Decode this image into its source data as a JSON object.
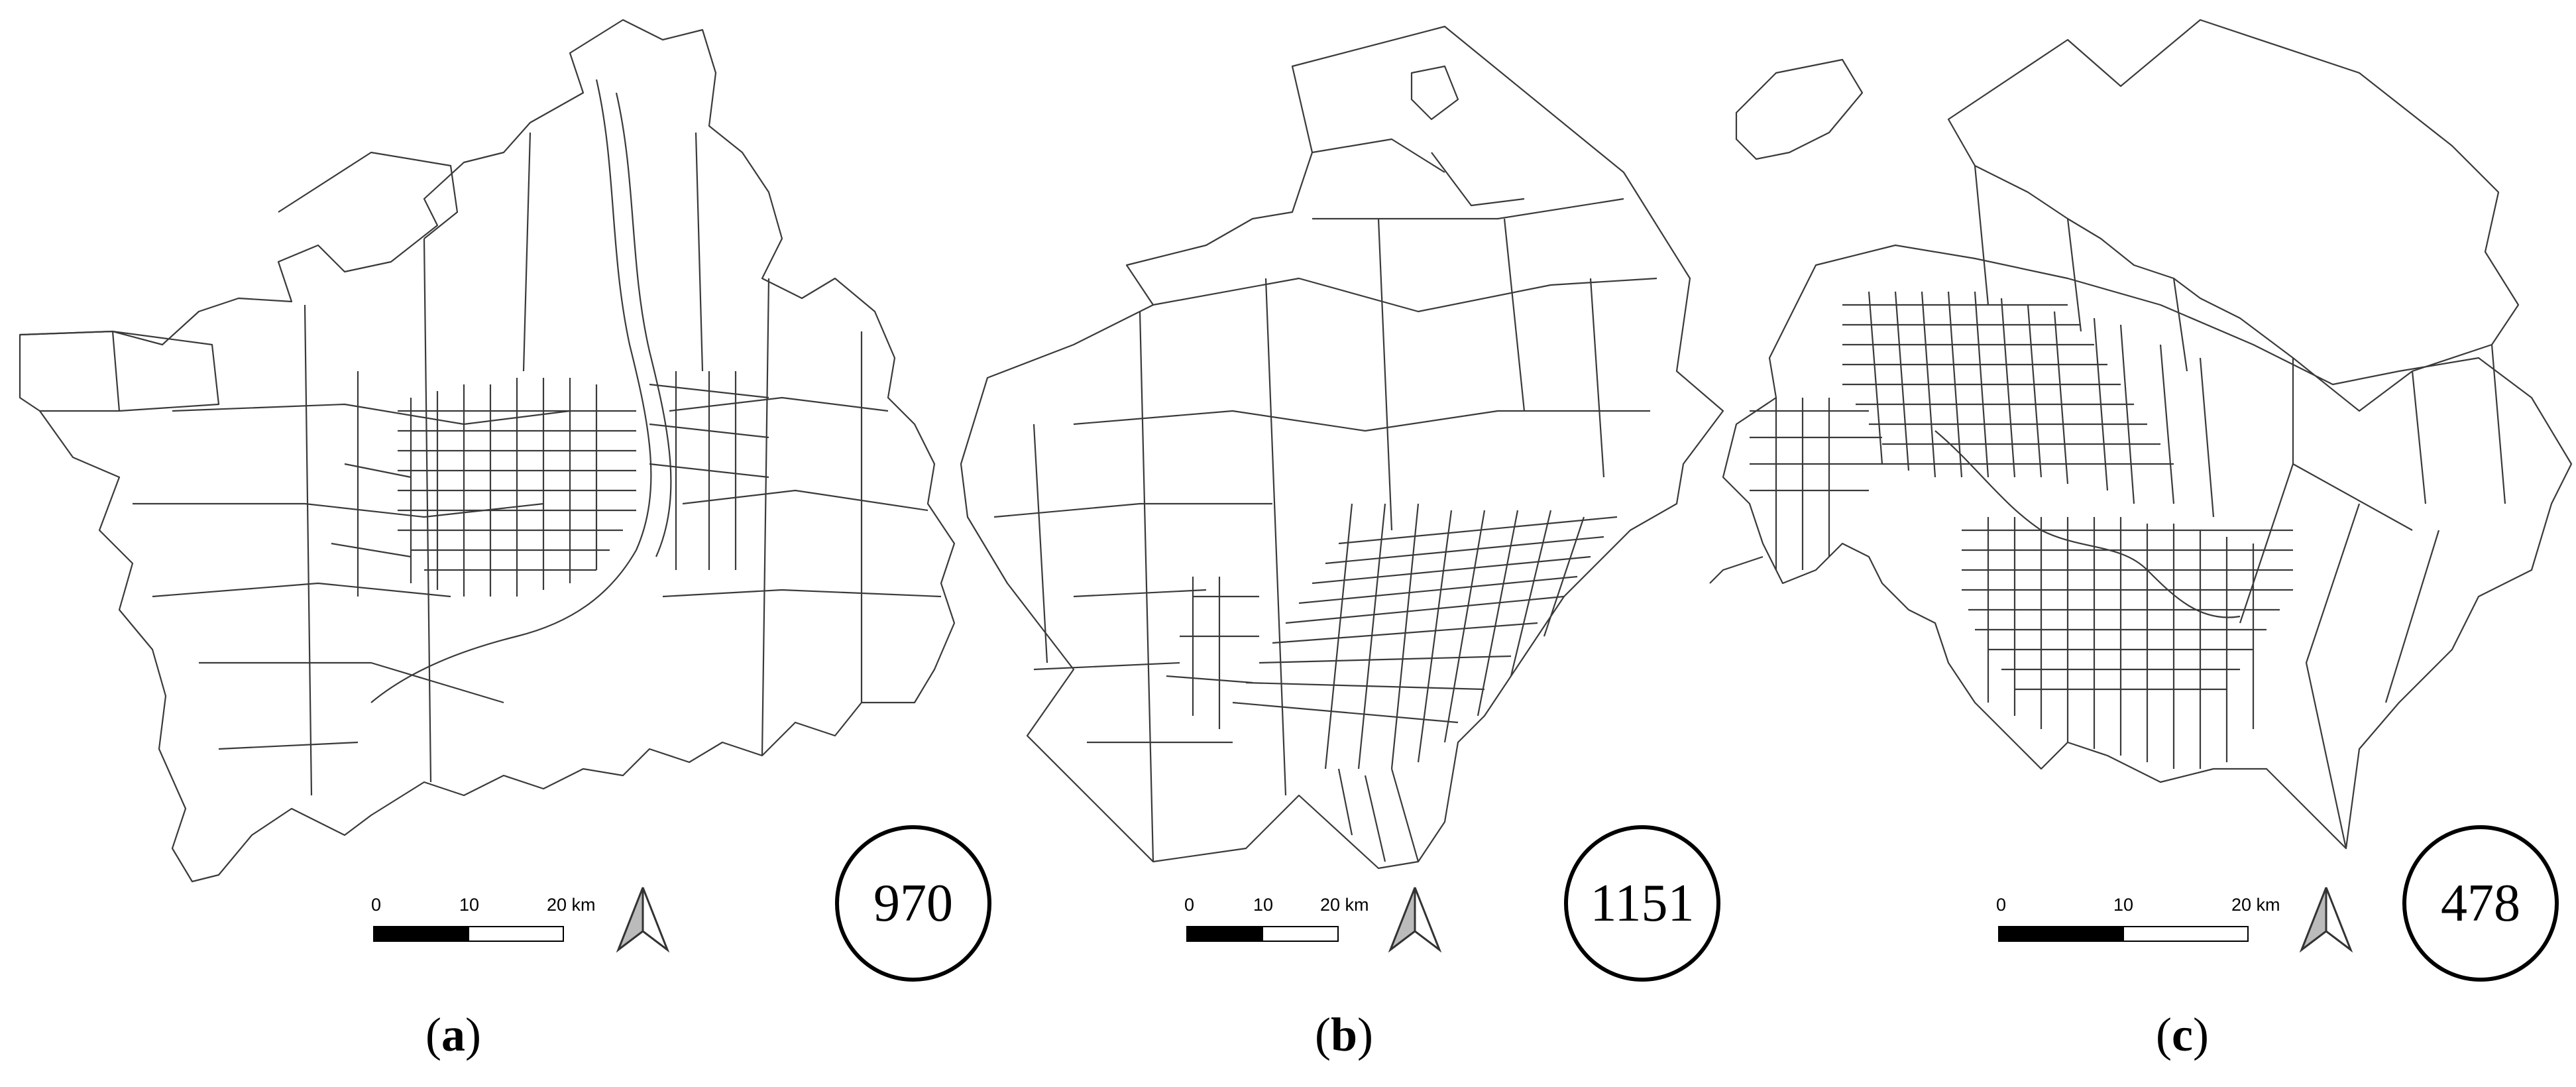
{
  "panels": [
    {
      "label_open": "(",
      "letter": "a",
      "label_close": ")",
      "count": "970",
      "scale": {
        "tick0": "0",
        "tick1": "10",
        "tick2": "20 km"
      }
    },
    {
      "label_open": "(",
      "letter": "b",
      "label_close": ")",
      "count": "1151",
      "scale": {
        "tick0": "0",
        "tick1": "10",
        "tick2": "20 km"
      }
    },
    {
      "label_open": "(",
      "letter": "c",
      "label_close": ")",
      "count": "478",
      "scale": {
        "tick0": "0",
        "tick1": "10",
        "tick2": "20 km"
      }
    }
  ],
  "icons": {
    "north_arrow": "north-arrow-icon"
  },
  "colors": {
    "boundary": "#3a3a3a",
    "scale_fill": "#000000",
    "background": "#ffffff"
  }
}
